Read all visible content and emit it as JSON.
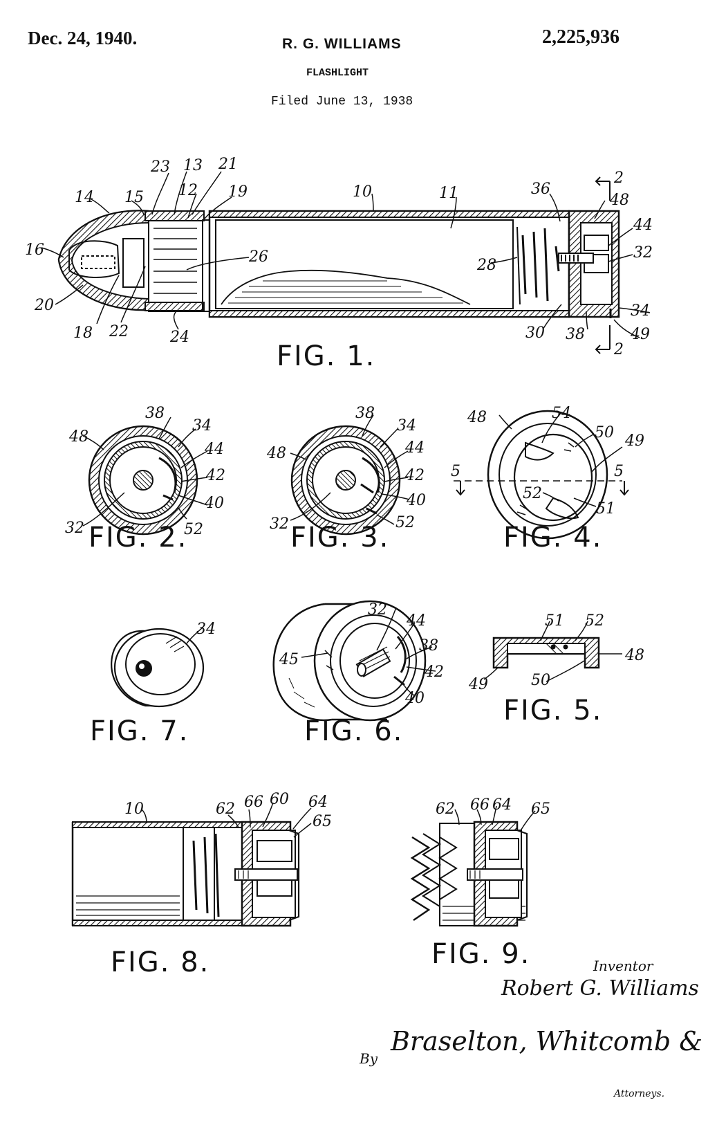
{
  "header": {
    "date": "Dec. 24, 1940.",
    "inventor_name": "R. G. WILLIAMS",
    "patent_number": "2,225,936",
    "title": "FLASHLIGHT",
    "filed": "Filed June 13, 1938"
  },
  "figures": [
    {
      "id": "fig1",
      "caption": "FIG. 1.",
      "refs": [
        "23",
        "13",
        "21",
        "14",
        "15",
        "12",
        "19",
        "10",
        "11",
        "36",
        "2",
        "48",
        "44",
        "16",
        "26",
        "28",
        "32",
        "20",
        "18",
        "22",
        "24",
        "30",
        "38",
        "49",
        "34",
        "2"
      ]
    },
    {
      "id": "fig2",
      "caption": "FIG. 2.",
      "refs": [
        "38",
        "34",
        "48",
        "44",
        "42",
        "40",
        "32",
        "52"
      ]
    },
    {
      "id": "fig3",
      "caption": "FIG. 3.",
      "refs": [
        "38",
        "34",
        "48",
        "44",
        "42",
        "40",
        "32",
        "52"
      ]
    },
    {
      "id": "fig4",
      "caption": "FIG. 4.",
      "refs": [
        "48",
        "54",
        "50",
        "49",
        "5",
        "5",
        "52",
        "51"
      ]
    },
    {
      "id": "fig7",
      "caption": "FIG. 7.",
      "refs": [
        "34"
      ]
    },
    {
      "id": "fig6",
      "caption": "FIG. 6.",
      "refs": [
        "32",
        "44",
        "45",
        "38",
        "42",
        "40"
      ]
    },
    {
      "id": "fig5",
      "caption": "FIG. 5.",
      "refs": [
        "51",
        "52",
        "48",
        "49",
        "50"
      ]
    },
    {
      "id": "fig8",
      "caption": "FIG. 8.",
      "refs": [
        "10",
        "62",
        "66",
        "60",
        "64",
        "65"
      ]
    },
    {
      "id": "fig9",
      "caption": "FIG. 9.",
      "refs": [
        "62",
        "66",
        "64",
        "65"
      ]
    }
  ],
  "signature": {
    "inventor_label": "Inventor",
    "inventor": "Robert G. Williams",
    "by": "By",
    "attorneys": "Braselton, Whitcomb & Davies",
    "attorneys_label": "Attorneys."
  }
}
